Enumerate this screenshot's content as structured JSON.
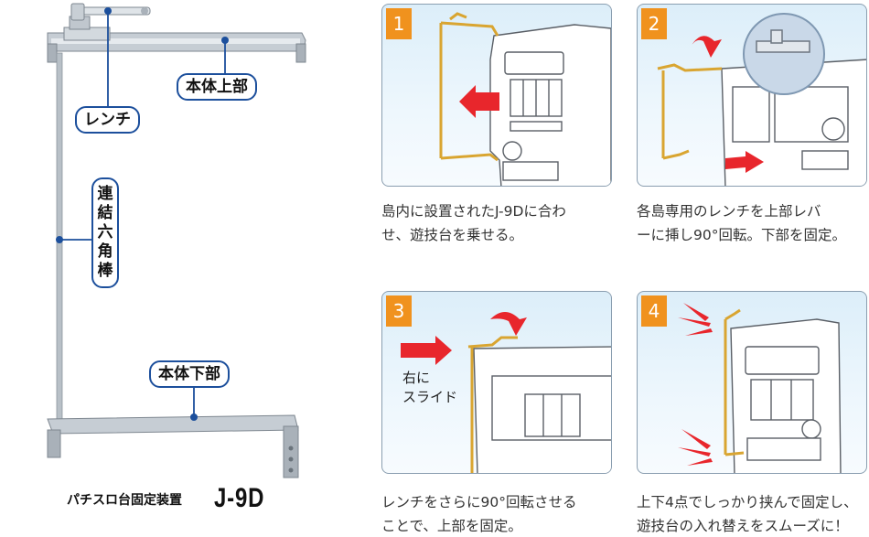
{
  "diagram": {
    "labels": {
      "wrench": "レンチ",
      "top_body": "本体上部",
      "connecting_rod": "連結六角棒",
      "bottom_body": "本体下部"
    },
    "product": {
      "name": "パチスロ台固定装置",
      "model": "J-9D"
    }
  },
  "steps": [
    {
      "number": "1",
      "caption_line1": "島内に設置されたJ-9Dに合わ",
      "caption_line2": "せ、遊技台を乗せる。"
    },
    {
      "number": "2",
      "caption_line1": "各島専用のレンチを上部レバ",
      "caption_line2": "ーに挿し90°回転。下部を固定。"
    },
    {
      "number": "3",
      "note_line1": "右に",
      "note_line2": "スライド",
      "caption_line1": "レンチをさらに90°回転させる",
      "caption_line2": "ことで、上部を固定。"
    },
    {
      "number": "4",
      "caption_line1": "上下4点でしっかり挟んで固定し、",
      "caption_line2": "遊技台の入れ替えをスムーズに！"
    }
  ],
  "colors": {
    "accent_blue": "#1c4f9c",
    "badge_orange": "#f0921e",
    "arrow_red": "#e8262c",
    "device_gold": "#d9a531",
    "metal_gray": "#b4bcc4"
  }
}
